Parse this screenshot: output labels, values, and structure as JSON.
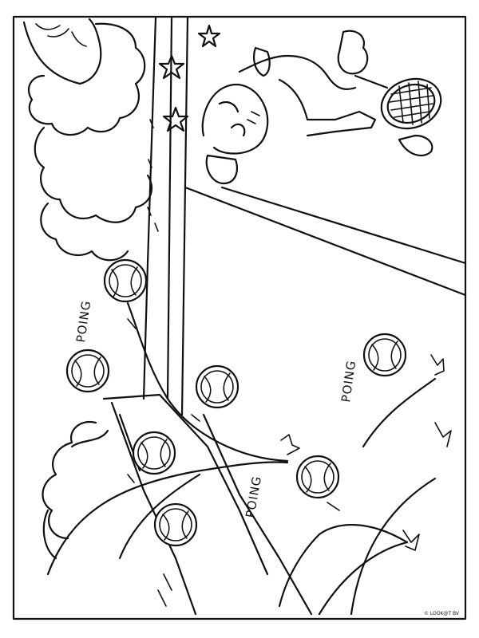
{
  "sound_effects": [
    "POING",
    "POING",
    "POING"
  ],
  "copyright": "© LOOK@T BV"
}
